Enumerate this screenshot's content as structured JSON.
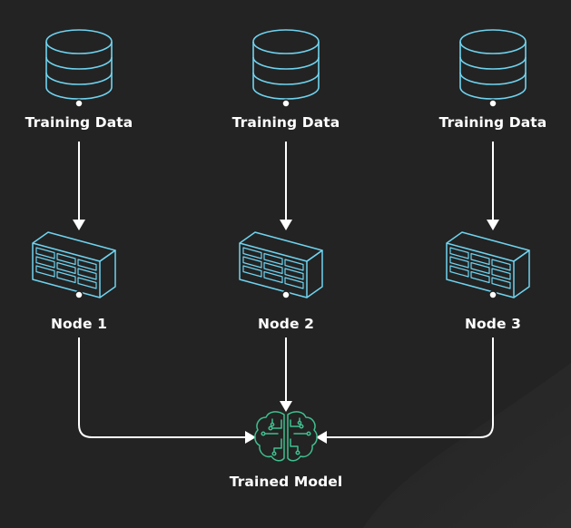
{
  "colors": {
    "background": "#232323",
    "accent": "#6fd3ef",
    "brain": "#3fbf8f",
    "arrow": "#ffffff",
    "text": "#ffffff"
  },
  "sources": [
    {
      "label": "Training Data",
      "icon": "database-icon"
    },
    {
      "label": "Training Data",
      "icon": "database-icon"
    },
    {
      "label": "Training Data",
      "icon": "database-icon"
    }
  ],
  "nodes": [
    {
      "label": "Node 1",
      "icon": "server-icon"
    },
    {
      "label": "Node 2",
      "icon": "server-icon"
    },
    {
      "label": "Node 3",
      "icon": "server-icon"
    }
  ],
  "model": {
    "label": "Trained Model",
    "icon": "brain-circuit-icon"
  }
}
